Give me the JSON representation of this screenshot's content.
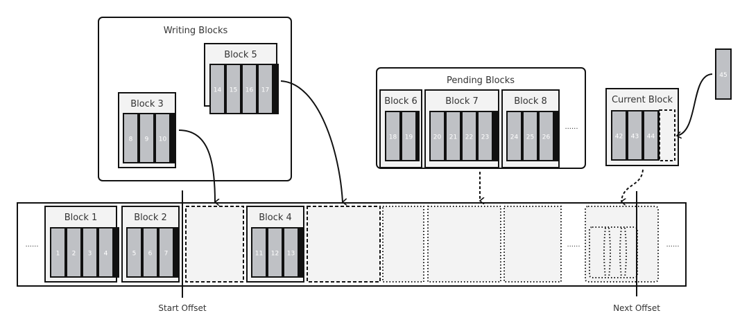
{
  "groups": {
    "writing": "Writing Blocks",
    "pending": "Pending Blocks",
    "current": "Current Block"
  },
  "blocks": {
    "b1": {
      "label": "Block 1",
      "items": [
        "1",
        "2",
        "3",
        "4"
      ]
    },
    "b2": {
      "label": "Block 2",
      "items": [
        "5",
        "6",
        "7"
      ]
    },
    "b3": {
      "label": "Block 3",
      "items": [
        "8",
        "9",
        "10"
      ]
    },
    "b4": {
      "label": "Block 4",
      "items": [
        "11",
        "12",
        "13"
      ]
    },
    "b5": {
      "label": "Block 5",
      "items": [
        "14",
        "15",
        "16",
        "17"
      ]
    },
    "b6": {
      "label": "Block 6",
      "items": [
        "18",
        "19"
      ]
    },
    "b7": {
      "label": "Block 7",
      "items": [
        "20",
        "21",
        "22",
        "23"
      ]
    },
    "b8": {
      "label": "Block 8",
      "items": [
        "24",
        "25",
        "26"
      ]
    },
    "current": {
      "label": "Current Block",
      "items": [
        "42",
        "43",
        "44"
      ]
    },
    "incoming": {
      "items": [
        "45"
      ]
    }
  },
  "markers": {
    "start": "Start Offset",
    "next": "Next Offset"
  },
  "ellipsis": "......",
  "colors": {
    "record_fill": "#bfc1c5",
    "block_fill": "#f3f3f3",
    "stroke": "#111111"
  }
}
